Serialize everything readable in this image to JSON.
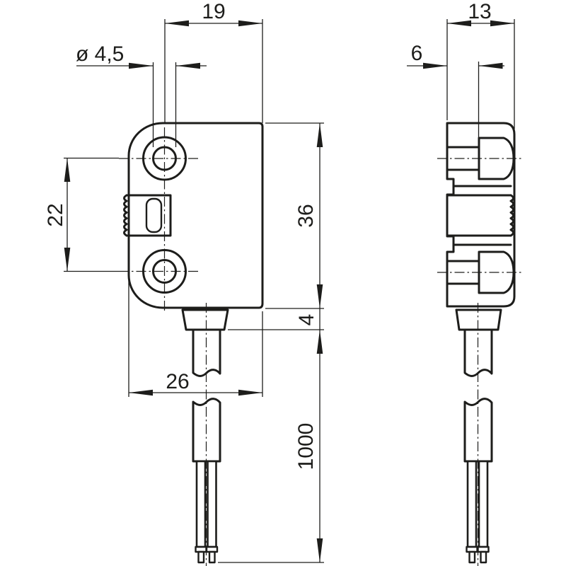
{
  "page": {
    "background_color": "#ffffff",
    "line_color": "#1d1d1b",
    "description": "Two-view technical dimension drawing of a sensor housing with mounting holes and connection cable"
  },
  "dimensions": {
    "hole_to_edge": "19",
    "hole_diameter": "ø 4,5",
    "side_depth": "13",
    "cable_axis_offset": "6",
    "hole_spacing": "22",
    "body_height": "36",
    "gland_height": "4",
    "body_width": "26",
    "cable_length": "1000"
  }
}
